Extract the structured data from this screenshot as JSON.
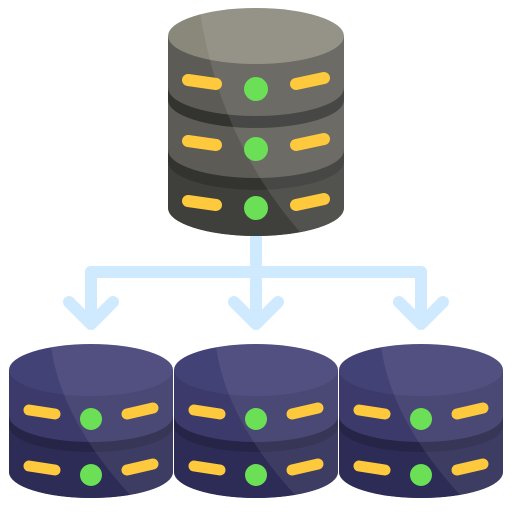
{
  "illustration": {
    "icon": "database-replication-icon",
    "primary_database": {
      "icon": "server-database-icon",
      "tiers": 3
    },
    "connector": {
      "icon": "branch-arrows-icon",
      "branches": 3
    },
    "replica_databases": [
      {
        "icon": "server-database-icon",
        "tiers": 2
      },
      {
        "icon": "server-database-icon",
        "tiers": 2
      },
      {
        "icon": "server-database-icon",
        "tiers": 2
      }
    ]
  },
  "colors": {
    "primary_top": "#8a877b",
    "primary_body": "#5c5b55",
    "primary_dark": "#3f3f3b",
    "primary_band": "#333330",
    "replica_top": "#434276",
    "replica_body": "#3b3a6a",
    "replica_dark": "#2d2c56",
    "replica_band": "#262548",
    "led_green": "#6bdf55",
    "led_yellow": "#ffc93d",
    "arrow_blue": "#cfeaff",
    "highlight": "#ffffff"
  }
}
